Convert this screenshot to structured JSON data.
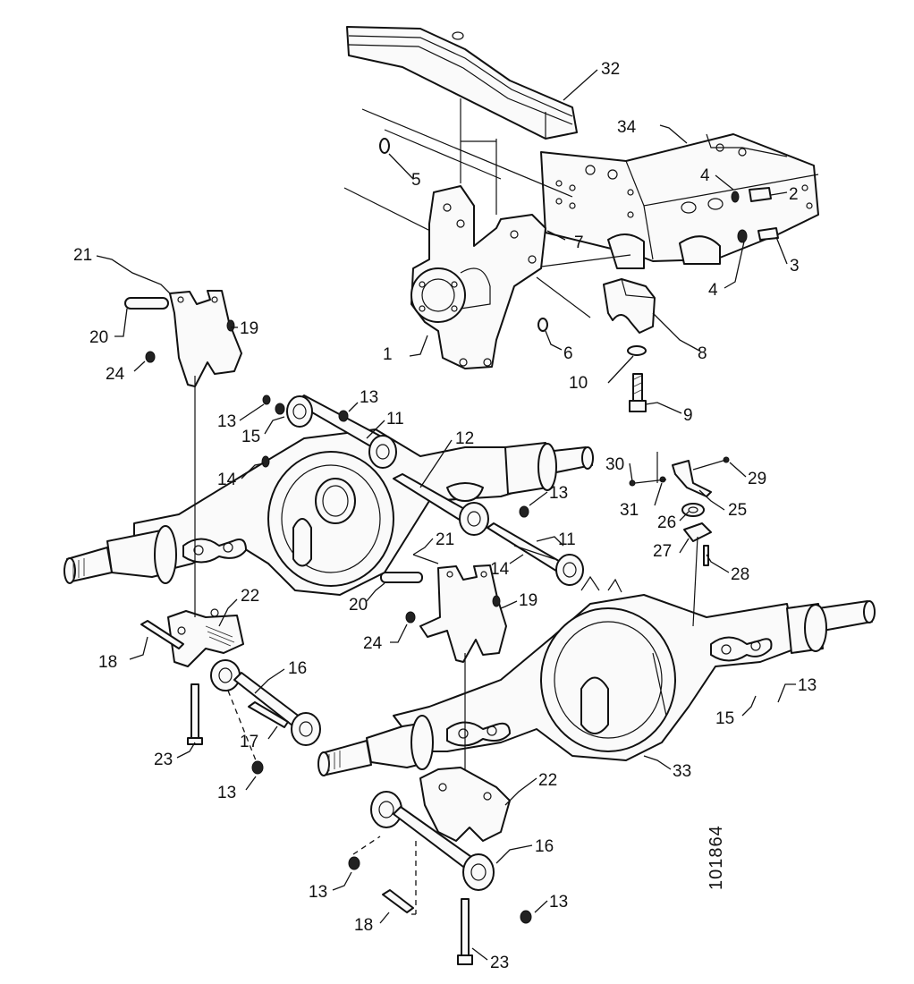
{
  "figure": {
    "reference_number": "101864",
    "callouts": [
      {
        "id": "c32a",
        "text": "32"
      },
      {
        "id": "c34a",
        "text": "34"
      },
      {
        "id": "c5a",
        "text": "5"
      },
      {
        "id": "c4a",
        "text": "4"
      },
      {
        "id": "c2a",
        "text": "2"
      },
      {
        "id": "c7a",
        "text": "7"
      },
      {
        "id": "c3a",
        "text": "3"
      },
      {
        "id": "c4b",
        "text": "4"
      },
      {
        "id": "c8a",
        "text": "8"
      },
      {
        "id": "c1a",
        "text": "1"
      },
      {
        "id": "c6a",
        "text": "6"
      },
      {
        "id": "c10a",
        "text": "10"
      },
      {
        "id": "c9a",
        "text": "9"
      },
      {
        "id": "c21a",
        "text": "21"
      },
      {
        "id": "c20a",
        "text": "20"
      },
      {
        "id": "c19a",
        "text": "19"
      },
      {
        "id": "c24a",
        "text": "24"
      },
      {
        "id": "c13a",
        "text": "13"
      },
      {
        "id": "c13b",
        "text": "13"
      },
      {
        "id": "c15a",
        "text": "15"
      },
      {
        "id": "c11a",
        "text": "11"
      },
      {
        "id": "c12a",
        "text": "12"
      },
      {
        "id": "c14a",
        "text": "14"
      },
      {
        "id": "c13c",
        "text": "13"
      },
      {
        "id": "c30a",
        "text": "30"
      },
      {
        "id": "c29a",
        "text": "29"
      },
      {
        "id": "c31a",
        "text": "31"
      },
      {
        "id": "c26a",
        "text": "26"
      },
      {
        "id": "c25a",
        "text": "25"
      },
      {
        "id": "c27a",
        "text": "27"
      },
      {
        "id": "c28a",
        "text": "28"
      },
      {
        "id": "c21b",
        "text": "21"
      },
      {
        "id": "c11b",
        "text": "11"
      },
      {
        "id": "c14b",
        "text": "14"
      },
      {
        "id": "c20b",
        "text": "20"
      },
      {
        "id": "c19b",
        "text": "19"
      },
      {
        "id": "c24b",
        "text": "24"
      },
      {
        "id": "c22a",
        "text": "22"
      },
      {
        "id": "c18a",
        "text": "18"
      },
      {
        "id": "c16a",
        "text": "16"
      },
      {
        "id": "c17a",
        "text": "17"
      },
      {
        "id": "c23a",
        "text": "23"
      },
      {
        "id": "c13d",
        "text": "13"
      },
      {
        "id": "c13e",
        "text": "13"
      },
      {
        "id": "c15b",
        "text": "15"
      },
      {
        "id": "c33a",
        "text": "33"
      },
      {
        "id": "c22b",
        "text": "22"
      },
      {
        "id": "c16b",
        "text": "16"
      },
      {
        "id": "c13f",
        "text": "13"
      },
      {
        "id": "c13g",
        "text": "13"
      },
      {
        "id": "c18b",
        "text": "18"
      },
      {
        "id": "c23b",
        "text": "23"
      }
    ]
  }
}
